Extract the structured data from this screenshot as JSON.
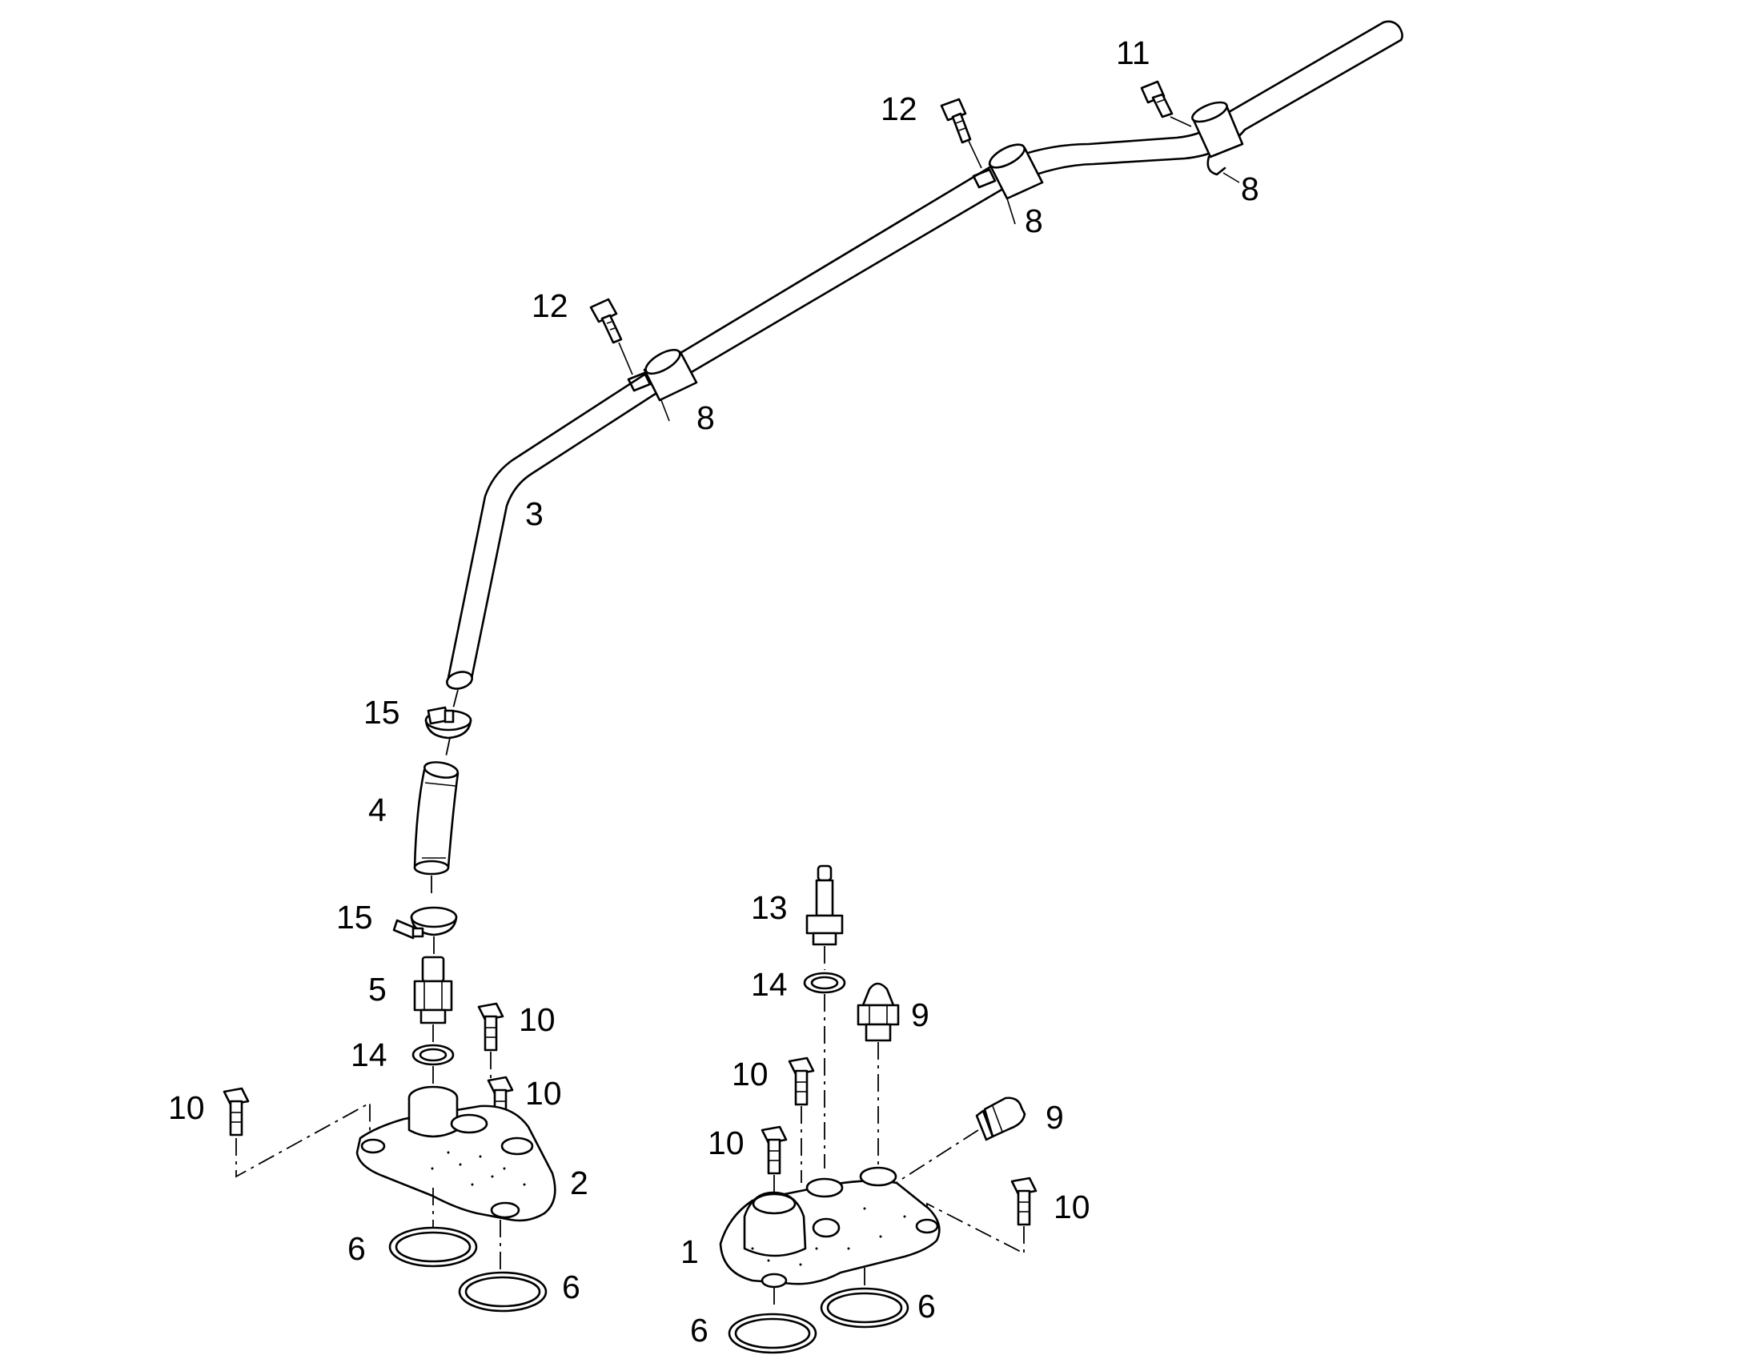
{
  "diagram": {
    "callouts": {
      "c1": "1",
      "c2": "2",
      "c3": "3",
      "c4": "4",
      "c5": "5",
      "c6a": "6",
      "c6b": "6",
      "c6c": "6",
      "c6d": "6",
      "c8a": "8",
      "c8b": "8",
      "c8c": "8",
      "c9a": "9",
      "c9b": "9",
      "c10a": "10",
      "c10b": "10",
      "c10c": "10",
      "c10d": "10",
      "c10e": "10",
      "c10f": "10",
      "c11": "11",
      "c12a": "12",
      "c12b": "12",
      "c13": "13",
      "c14a": "14",
      "c14b": "14",
      "c15a": "15",
      "c15b": "15"
    }
  }
}
